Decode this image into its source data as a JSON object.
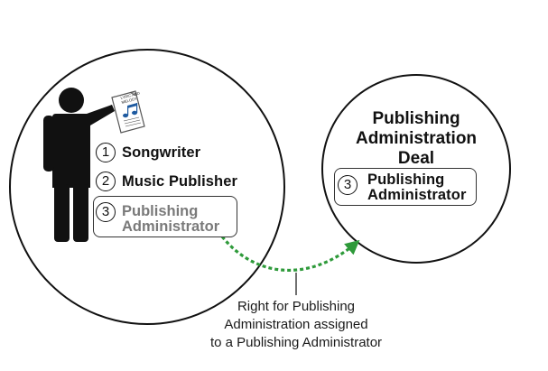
{
  "left_circle": {
    "sheet_title": [
      "LYRIC AND",
      "MELODY"
    ],
    "roles": [
      {
        "number": "1",
        "label": "Songwriter"
      },
      {
        "number": "2",
        "label": "Music Publisher"
      },
      {
        "number": "3",
        "label_line1": "Publishing",
        "label_line2": "Administrator"
      }
    ]
  },
  "right_circle": {
    "title_lines": [
      "Publishing",
      "Administration",
      "Deal"
    ],
    "role": {
      "number": "3",
      "label_line1": "Publishing",
      "label_line2": "Administrator"
    }
  },
  "caption_lines": [
    "Right for Publishing",
    "Administration assigned",
    "to a Publishing Administrator"
  ],
  "colors": {
    "outline": "#111111",
    "arrow": "#2e9a3a",
    "muted_text": "#7a7a7a"
  },
  "icons": [
    "person-pointing-icon",
    "music-sheet-icon"
  ]
}
